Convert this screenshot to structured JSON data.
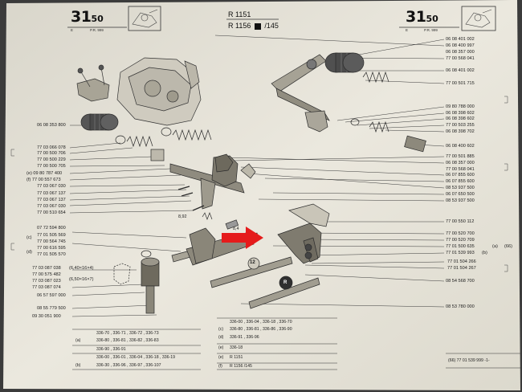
{
  "header": {
    "page_left": {
      "num": "31",
      "dec": "50",
      "sub": "E",
      "sub2": "P.R. 999"
    },
    "page_right": {
      "num": "31",
      "dec": "50",
      "sub": "E",
      "sub2": "P.R. 999"
    },
    "ref1": "R 1151",
    "ref2": "R 1156",
    "ref_suffix": "/145"
  },
  "left_labels": [
    "06 08 353 800",
    "77 03 066 078",
    "77 00 500 706",
    "77 00 500 229",
    "77 00 500 705",
    "(e) 09 80 787 400",
    "(f) 77 00 557 673",
    "77 03 067 030",
    "77 03 067 137",
    "77 03 067 137",
    "77 03 067 030",
    "77 00 510 654",
    "07 72 594 800",
    "77 01 505 569",
    "77 00 564 745",
    "77 00 616 595",
    "77 01 505 570",
    "77 03 087 038",
    "77 00 575 482",
    "77 03 087 023",
    "77 03 087 074",
    "06 57 597 000",
    "08 55 779 500",
    "09 30 051 900"
  ],
  "left_markers": {
    "c": "(c)",
    "d": "(d)",
    "rule1": "(6,40×16×4)",
    "rule2": "(6,50×16×7)"
  },
  "right_labels": [
    "06 08 401 002",
    "06 08 400 997",
    "06 08 357 000",
    "77 00 568 041",
    "06 08 401 002",
    "77 00 501 715",
    "09 80 788 000",
    "06 08 398 602",
    "06 08 398 602",
    "77 00 503 255",
    "06 08 398 702",
    "06 08 400 602",
    "77 00 501 885",
    "06 08 357 000",
    "77 00 568 041",
    "06 07 855 600",
    "06 07 855 600",
    "08 53 937 500",
    "06 07 650 500",
    "08 53 937 500",
    "77 00 550 112",
    "77 00 520 700",
    "77 00 520 709",
    "77 01 500 635",
    "77 01 539 993",
    "77 01 504 266",
    "77 01 504 267",
    "08 54 568 700",
    "08 53 780 000"
  ],
  "right_markers": {
    "a": "(a)",
    "b": "(b)",
    "g": "(66)"
  },
  "inline_labels": {
    "dim1": "8,92",
    "dim2": "8,4",
    "n12": "12",
    "rev": "R"
  },
  "applicability": [
    {
      "tag": "",
      "text": "336-70 , 336-71 , 336-72 , 336-73"
    },
    {
      "tag": "(a)",
      "text": "336-80 , 336-81 , 336-82 , 336-83"
    },
    {
      "tag": "",
      "text": "336-90 , 336-91"
    },
    {
      "tag": "",
      "text": "336-00 , 336-01 , 336-04 , 336-18 , 336-19"
    },
    {
      "tag": "(b)",
      "text": "336-30 , 336-96 , 336-97 , 336-107"
    },
    {
      "tag": "",
      "text": "336-00 , 336-04 , 336-18 , 336-70"
    },
    {
      "tag": "(c)",
      "text": "336-80 , 336-81 , 336-86 , 336-90"
    },
    {
      "tag": "(d)",
      "text": "336-91 , 336-96"
    },
    {
      "tag": "(e)",
      "text": "336-18"
    },
    {
      "tag": "(e)",
      "text": "R 1151"
    },
    {
      "tag": "(f)",
      "text": "R 1156     /145"
    }
  ],
  "footer_note": "(66)   77 01 539 999 -1-",
  "colors": {
    "paper": "#e9e6dc",
    "ink": "#2a2a2a",
    "arrow": "#e51b1b"
  }
}
